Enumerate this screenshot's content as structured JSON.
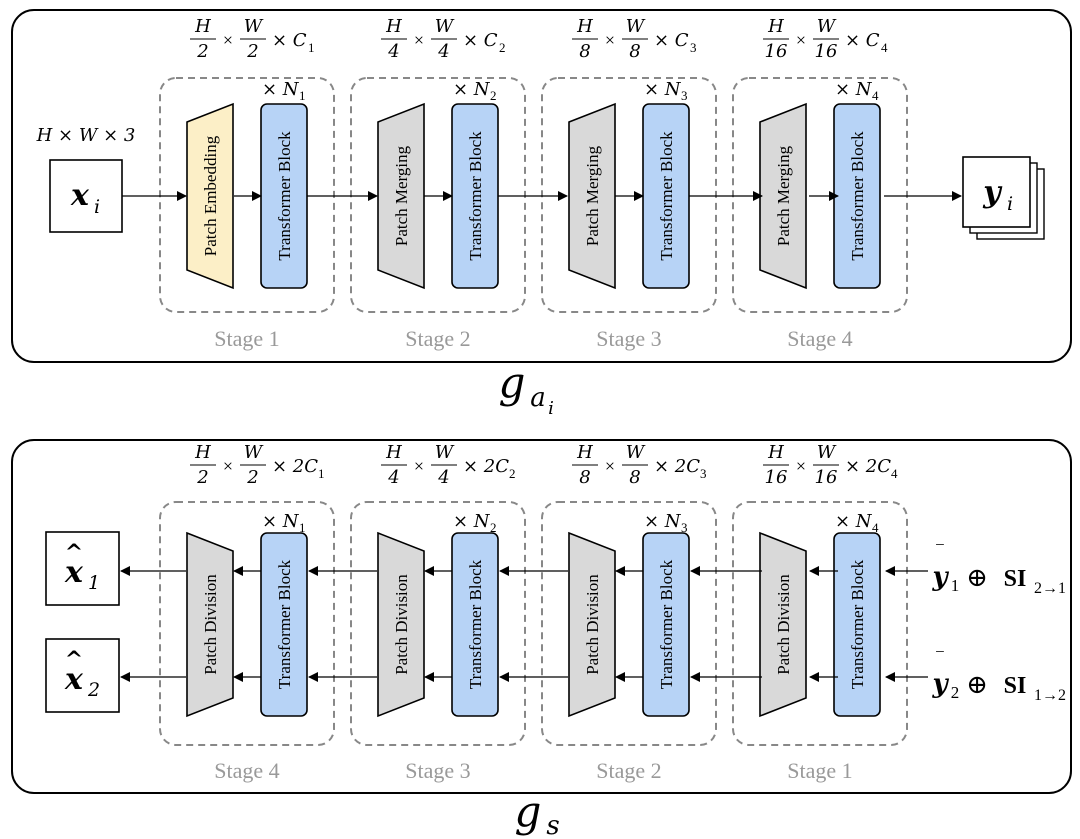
{
  "colors": {
    "panel_border": "#000000",
    "stage_border": "#888888",
    "stage_label": "#999999",
    "embed_fill": "#fcefc7",
    "merge_fill": "#d9d9d9",
    "block_fill": "#b7d3f6",
    "arrow": "#000000"
  },
  "top": {
    "title_letter": "g",
    "title_sub": "a",
    "title_subsub": "i",
    "input_dims": "H × W × 3",
    "input_label": "x",
    "input_sub": "i",
    "output_label": "y",
    "output_sub": "i",
    "stages": [
      {
        "label": "Stage 1",
        "proc": "Patch Embedding",
        "block": "Transformer Block",
        "repeat": "× N",
        "repeat_sub": "1",
        "dim_h": "H",
        "dim_w": "W",
        "div": "2",
        "dim_c": "× C",
        "dim_c_sub": "1"
      },
      {
        "label": "Stage 2",
        "proc": "Patch Merging",
        "block": "Transformer Block",
        "repeat": "× N",
        "repeat_sub": "2",
        "dim_h": "H",
        "dim_w": "W",
        "div": "4",
        "dim_c": "× C",
        "dim_c_sub": "2"
      },
      {
        "label": "Stage 3",
        "proc": "Patch Merging",
        "block": "Transformer Block",
        "repeat": "× N",
        "repeat_sub": "3",
        "dim_h": "H",
        "dim_w": "W",
        "div": "8",
        "dim_c": "× C",
        "dim_c_sub": "3"
      },
      {
        "label": "Stage 4",
        "proc": "Patch Merging",
        "block": "Transformer Block",
        "repeat": "× N",
        "repeat_sub": "4",
        "dim_h": "H",
        "dim_w": "W",
        "div": "16",
        "dim_c": "× C",
        "dim_c_sub": "4"
      }
    ]
  },
  "bottom": {
    "title_letter": "g",
    "title_sub": "s",
    "output1_label": "x",
    "output1_hat": "^",
    "output1_sub": "1",
    "output2_label": "x",
    "output2_hat": "^",
    "output2_sub": "2",
    "input1": {
      "y": "y",
      "bar": "‾",
      "y_sub": "1",
      "oplus": "⊕",
      "si": "SI",
      "si_sub": "2→1"
    },
    "input2": {
      "y": "y",
      "bar": "‾",
      "y_sub": "2",
      "oplus": "⊕",
      "si": "SI",
      "si_sub": "1→2"
    },
    "stages": [
      {
        "label": "Stage 4",
        "proc": "Patch Division",
        "block": "Transformer Block",
        "repeat": "× N",
        "repeat_sub": "1",
        "dim_h": "H",
        "dim_w": "W",
        "div": "2",
        "dim_c": "× 2C",
        "dim_c_sub": "1"
      },
      {
        "label": "Stage 3",
        "proc": "Patch Division",
        "block": "Transformer Block",
        "repeat": "× N",
        "repeat_sub": "2",
        "dim_h": "H",
        "dim_w": "W",
        "div": "4",
        "dim_c": "× 2C",
        "dim_c_sub": "2"
      },
      {
        "label": "Stage 2",
        "proc": "Patch Division",
        "block": "Transformer Block",
        "repeat": "× N",
        "repeat_sub": "3",
        "dim_h": "H",
        "dim_w": "W",
        "div": "8",
        "dim_c": "× 2C",
        "dim_c_sub": "3"
      },
      {
        "label": "Stage 1",
        "proc": "Patch Division",
        "block": "Transformer Block",
        "repeat": "× N",
        "repeat_sub": "4",
        "dim_h": "H",
        "dim_w": "W",
        "div": "16",
        "dim_c": "× 2C",
        "dim_c_sub": "4"
      }
    ]
  }
}
